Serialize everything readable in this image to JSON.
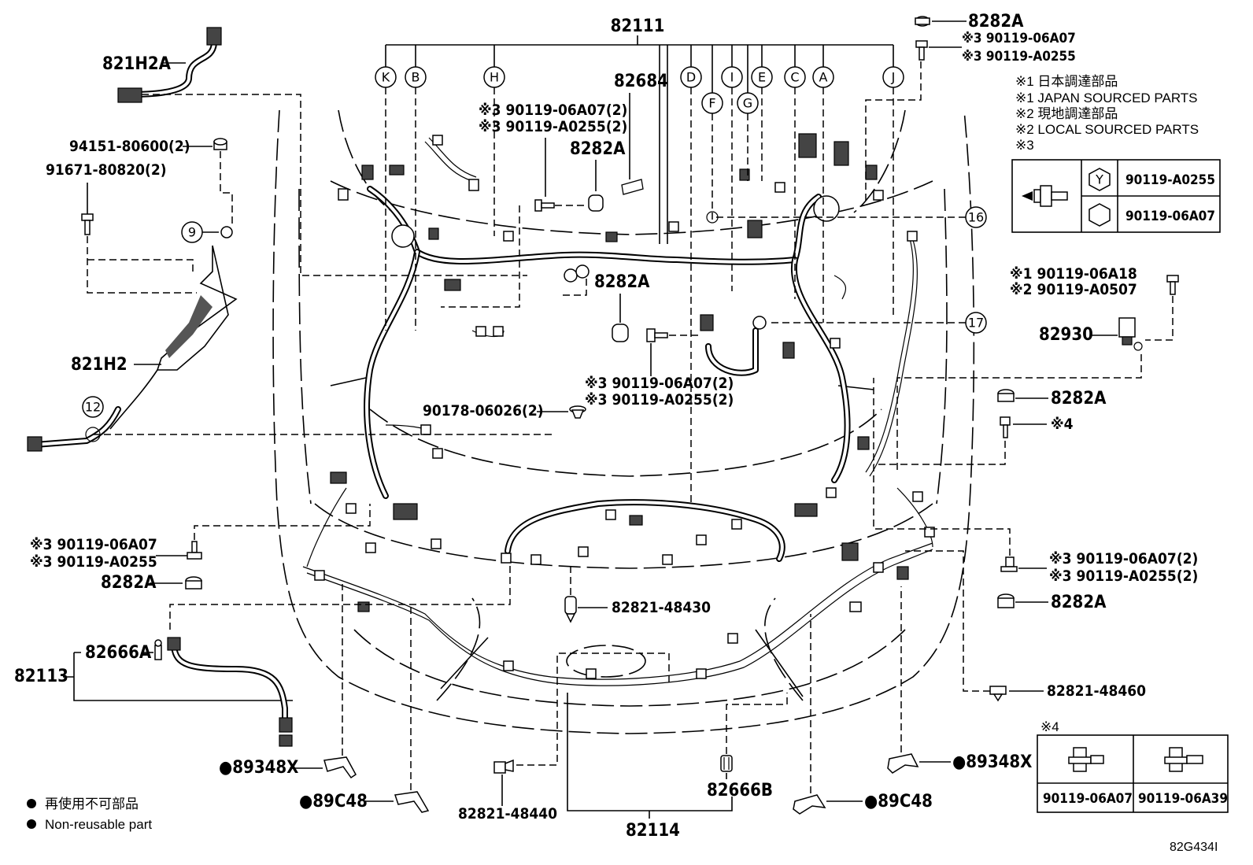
{
  "diagram_code": "82G434I",
  "legend": {
    "notes": [
      "※1 日本調達部品",
      "※1 JAPAN SOURCED PARTS",
      "※2 現地調達部品",
      "※2 LOCAL SOURCED PARTS",
      "※3"
    ],
    "table3": [
      {
        "symbol": "Y",
        "part": "90119-A0255"
      },
      {
        "symbol": "hex",
        "part": "90119-06A07"
      }
    ],
    "table4_title": "※4",
    "table4": [
      "90119-06A07",
      "90119-06A39"
    ],
    "nonreusable_jp": "再使用不可部品",
    "nonreusable_en": "Non-reusable part"
  },
  "connector_letters": [
    "K",
    "B",
    "H",
    "D",
    "F",
    "I",
    "G",
    "E",
    "C",
    "A",
    "J"
  ],
  "circled_numbers": [
    "9",
    "12",
    "16",
    "17"
  ],
  "labels": {
    "main_harness": "82111",
    "p82684": "82684",
    "p821H2A": "821H2A",
    "p821H2": "821H2",
    "p94151": "94151-80600(2)",
    "p91671": "91671-80820(2)",
    "top_clip": "8282A",
    "top_bolt_a": "※3 90119-06A07",
    "top_bolt_b": "※3 90119-A0255",
    "mid_bolt2_a": "※3 90119-06A07(2)",
    "mid_bolt2_b": "※3 90119-A0255(2)",
    "mid_clip": "8282A",
    "center_clip": "8282A",
    "center_bolt_a": "※3 90119-06A07(2)",
    "center_bolt_b": "※3 90119-A0255(2)",
    "p90178": "90178-06026(2)",
    "r_bolt_a": "※1 90119-06A18",
    "r_bolt_b": "※2 90119-A0507",
    "p82930": "82930",
    "r_clip1": "8282A",
    "r_star4": "※4",
    "r_bolt2_a": "※3 90119-06A07(2)",
    "r_bolt2_b": "※3 90119-A0255(2)",
    "r_clip2": "8282A",
    "l_bolt_a": "※3 90119-06A07",
    "l_bolt_b": "※3 90119-A0255",
    "l_clip": "8282A",
    "p82666A": "82666A",
    "p82113": "82113",
    "p82821_48430": "82821-48430",
    "p82821_48460": "82821-48460",
    "p82821_48440": "82821-48440",
    "p82666B": "82666B",
    "p82114": "82114",
    "p89348X_l": "●89348X",
    "p89348X_r": "●89348X",
    "p89C48_l": "●89C48",
    "p89C48_r": "●89C48"
  }
}
